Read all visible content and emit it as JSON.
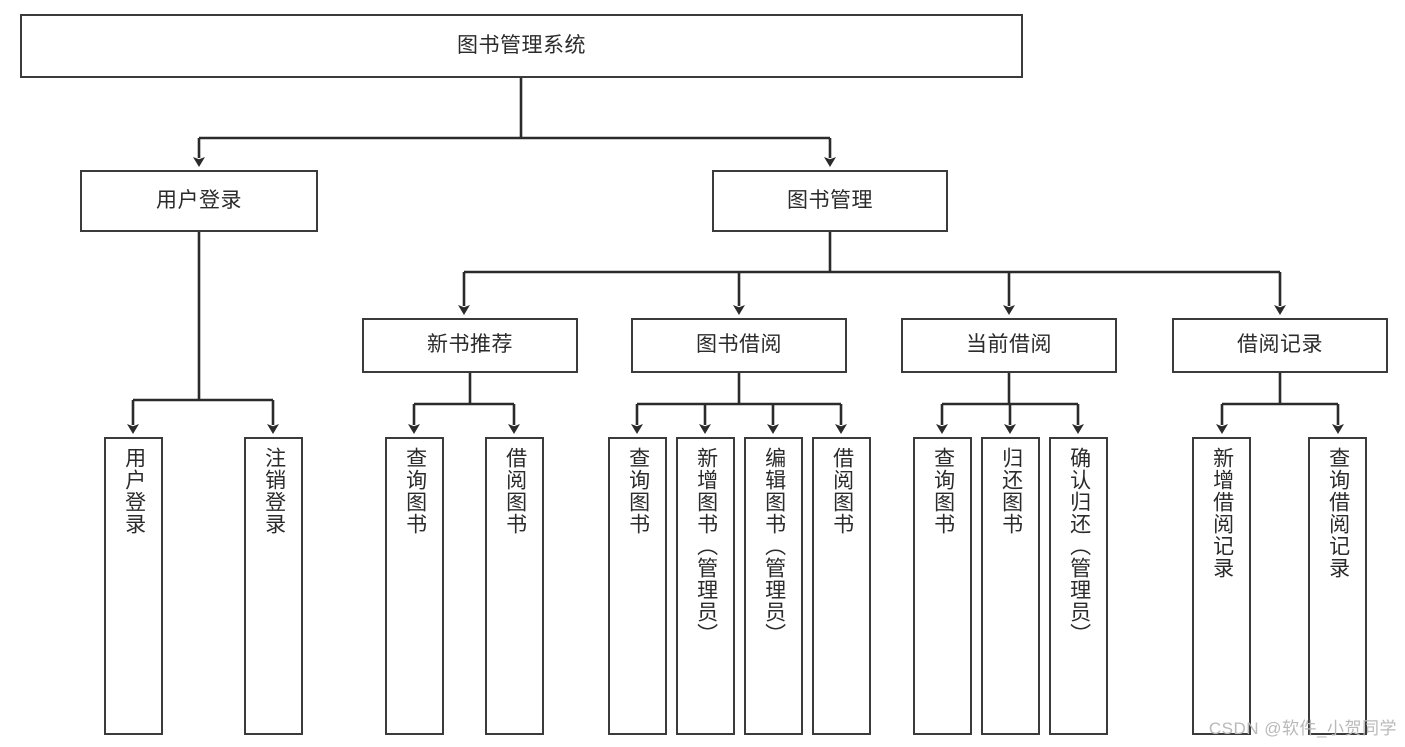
{
  "diagram": {
    "type": "tree",
    "title": "图书管理系统",
    "watermark": "CSDN @软件_小贺同学",
    "colors": {
      "box_border": "#3b3b3b",
      "box_fill": "#ffffff",
      "edge": "#2b2b2b",
      "text": "#2b2b2b",
      "watermark": "#b9b9b9",
      "background": "#ffffff"
    },
    "nodes": {
      "root": {
        "label": "图书管理系统"
      },
      "level2": [
        {
          "id": "user-login",
          "label": "用户登录"
        },
        {
          "id": "book-manage",
          "label": "图书管理"
        }
      ],
      "level3": [
        {
          "id": "new-book-recommend",
          "label": "新书推荐"
        },
        {
          "id": "book-borrow",
          "label": "图书借阅"
        },
        {
          "id": "current-borrow",
          "label": "当前借阅"
        },
        {
          "id": "borrow-record",
          "label": "借阅记录"
        }
      ],
      "leaves": {
        "user-login": [
          {
            "id": "leaf-user-login",
            "label": "用户登录"
          },
          {
            "id": "leaf-user-logout",
            "label": "注销登录"
          }
        ],
        "new-book-recommend": [
          {
            "id": "leaf-query-book-1",
            "label": "查询图书"
          },
          {
            "id": "leaf-borrow-book-1",
            "label": "借阅图书"
          }
        ],
        "book-borrow": [
          {
            "id": "leaf-query-book-2",
            "label": "查询图书"
          },
          {
            "id": "leaf-add-book",
            "label": "新增图书（管理员）"
          },
          {
            "id": "leaf-edit-book",
            "label": "编辑图书（管理员）"
          },
          {
            "id": "leaf-borrow-book-2",
            "label": "借阅图书"
          }
        ],
        "current-borrow": [
          {
            "id": "leaf-query-book-3",
            "label": "查询图书"
          },
          {
            "id": "leaf-return-book",
            "label": "归还图书"
          },
          {
            "id": "leaf-confirm-return",
            "label": "确认归还（管理员）"
          }
        ],
        "borrow-record": [
          {
            "id": "leaf-add-record",
            "label": "新增借阅记录"
          },
          {
            "id": "leaf-query-record",
            "label": "查询借阅记录"
          }
        ]
      }
    }
  }
}
